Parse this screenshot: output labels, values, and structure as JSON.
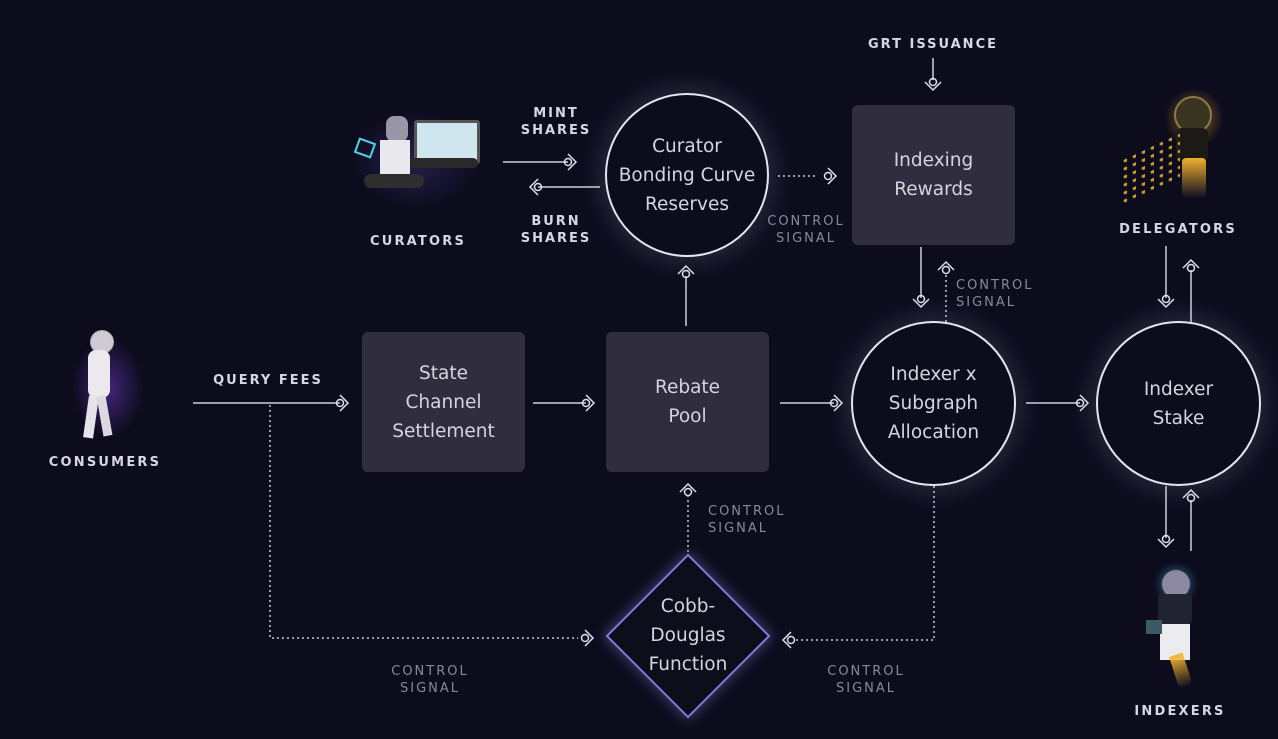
{
  "diagram": {
    "nodes": {
      "state_channel": {
        "label": "State\nChannel\nSettlement",
        "shape": "box"
      },
      "rebate_pool": {
        "label": "Rebate\nPool",
        "shape": "box"
      },
      "indexing_rewards": {
        "label": "Indexing\nRewards",
        "shape": "box"
      },
      "curator_bonding": {
        "label": "Curator\nBonding Curve\nReserves",
        "shape": "circle"
      },
      "allocation": {
        "label": "Indexer x\nSubgraph\nAllocation",
        "shape": "circle"
      },
      "indexer_stake": {
        "label": "Indexer\nStake",
        "shape": "circle"
      },
      "cobb_douglas": {
        "label": "Cobb-\nDouglas\nFunction",
        "shape": "diamond"
      }
    },
    "actors": {
      "consumers": "CONSUMERS",
      "curators": "CURATORS",
      "delegators": "DELEGATORS",
      "indexers": "INDEXERS"
    },
    "edge_labels": {
      "query_fees": "QUERY FEES",
      "mint_shares": "MINT\nSHARES",
      "burn_shares": "BURN\nSHARES",
      "grt_issuance": "GRT ISSUANCE",
      "control_signal": "CONTROL\nSIGNAL"
    },
    "edges": [
      {
        "from": "consumers",
        "to": "state_channel",
        "label": "QUERY FEES",
        "style": "solid"
      },
      {
        "from": "state_channel",
        "to": "rebate_pool",
        "style": "solid"
      },
      {
        "from": "rebate_pool",
        "to": "allocation",
        "style": "solid"
      },
      {
        "from": "allocation",
        "to": "indexer_stake",
        "style": "solid"
      },
      {
        "from": "rebate_pool",
        "to": "curator_bonding",
        "style": "solid"
      },
      {
        "from": "curators",
        "to": "curator_bonding",
        "label": "MINT SHARES",
        "style": "solid"
      },
      {
        "from": "curator_bonding",
        "to": "curators",
        "label": "BURN SHARES",
        "style": "solid"
      },
      {
        "from": "curator_bonding",
        "to": "indexing_rewards",
        "label": "CONTROL SIGNAL",
        "style": "dotted"
      },
      {
        "from": "grt_issuance",
        "to": "indexing_rewards",
        "style": "solid"
      },
      {
        "from": "indexing_rewards",
        "to": "allocation",
        "style": "solid"
      },
      {
        "from": "allocation",
        "to": "indexing_rewards",
        "label": "CONTROL SIGNAL",
        "style": "dotted"
      },
      {
        "from": "delegators",
        "to": "indexer_stake",
        "style": "solid"
      },
      {
        "from": "indexer_stake",
        "to": "delegators",
        "style": "solid"
      },
      {
        "from": "indexer_stake",
        "to": "indexers",
        "style": "solid"
      },
      {
        "from": "indexers",
        "to": "indexer_stake",
        "style": "solid"
      },
      {
        "from": "cobb_douglas",
        "to": "rebate_pool",
        "label": "CONTROL SIGNAL",
        "style": "dotted"
      },
      {
        "from": "consumers",
        "to": "cobb_douglas",
        "label": "CONTROL SIGNAL",
        "style": "dotted"
      },
      {
        "from": "allocation",
        "to": "cobb_douglas",
        "label": "CONTROL SIGNAL",
        "style": "dotted"
      }
    ],
    "colors": {
      "background": "#0d0c1d",
      "box_fill": "#2f2d3e",
      "circle_stroke": "#e6e4ee",
      "diamond_stroke": "#8f7fe6",
      "control_text": "#8a8898"
    }
  }
}
